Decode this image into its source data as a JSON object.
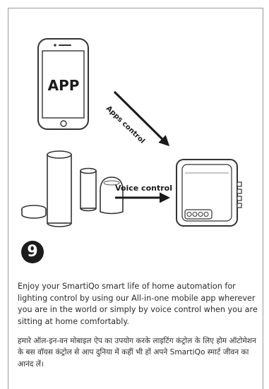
{
  "diagram": {
    "phone_label": "APP",
    "apps_control_label": "Apps control",
    "voice_control_label": "Voice control"
  },
  "step": {
    "number": "9"
  },
  "text": {
    "english": "Enjoy your SmartiQo smart life of home automation for lighting control by using our All-in-one mobile app wherever you are in the world or simply by voice control when you are sitting at home comfortably.",
    "hindi": "हमारे ऑल-इन-वन मोबाइल ऐप का उपयोग करके लाइटिंग कंट्रोल के लिए होम ऑटोमेशन के बस वॉयस कंट्रोल से आप दुनिया में कहीं भी हों अपने SmartiQo स्मार्ट जीवन का आनंद लें।"
  }
}
